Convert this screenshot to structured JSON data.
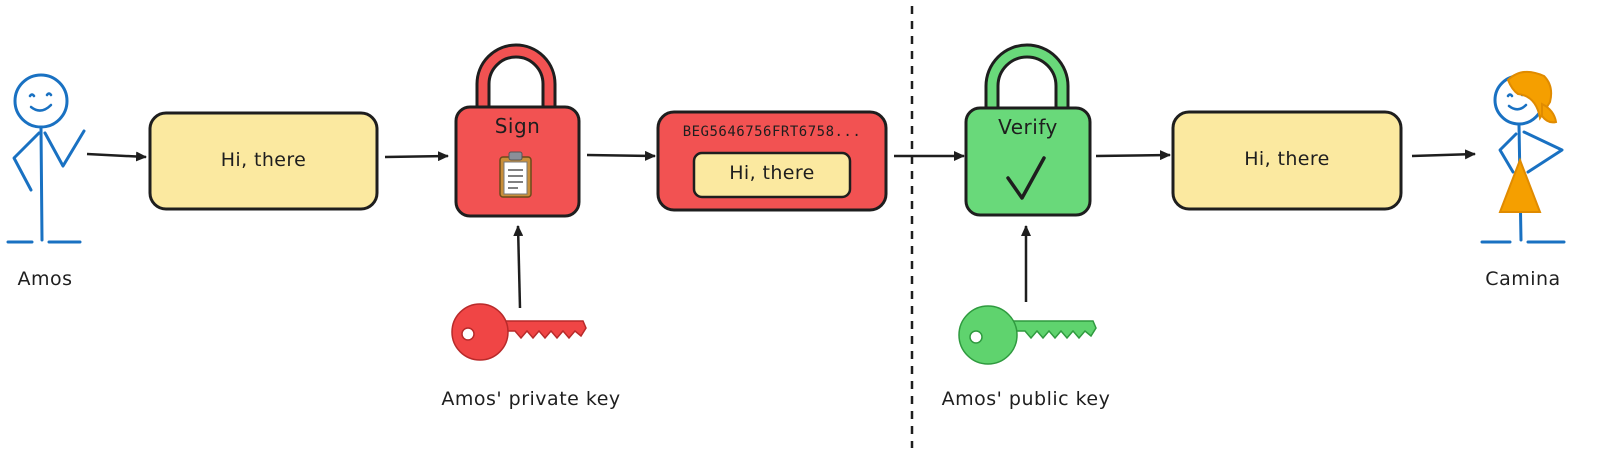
{
  "actors": {
    "sender": {
      "name": "Amos"
    },
    "recipient": {
      "name": "Camina"
    }
  },
  "messages": {
    "plain_1": "Hi, there",
    "signed_header": "BEG5646756FRT6758...",
    "signed_body": "Hi, there",
    "plain_2": "Hi, there"
  },
  "locks": {
    "sign": {
      "label": "Sign",
      "color": "#f25252"
    },
    "verify": {
      "label": "Verify",
      "color": "#69d97a"
    }
  },
  "keys": {
    "private": {
      "label": "Amos' private key",
      "color": "#f04545"
    },
    "public": {
      "label": "Amos' public key",
      "color": "#5fd36e"
    }
  },
  "colors": {
    "message_fill": "#fbe9a0",
    "outline": "#1e1e1e",
    "sender": "#1971c2",
    "recipient_hair": "#f59f00"
  },
  "icons": {
    "sign_icon": "clipboard-icon",
    "verify_icon": "checkmark-icon"
  }
}
